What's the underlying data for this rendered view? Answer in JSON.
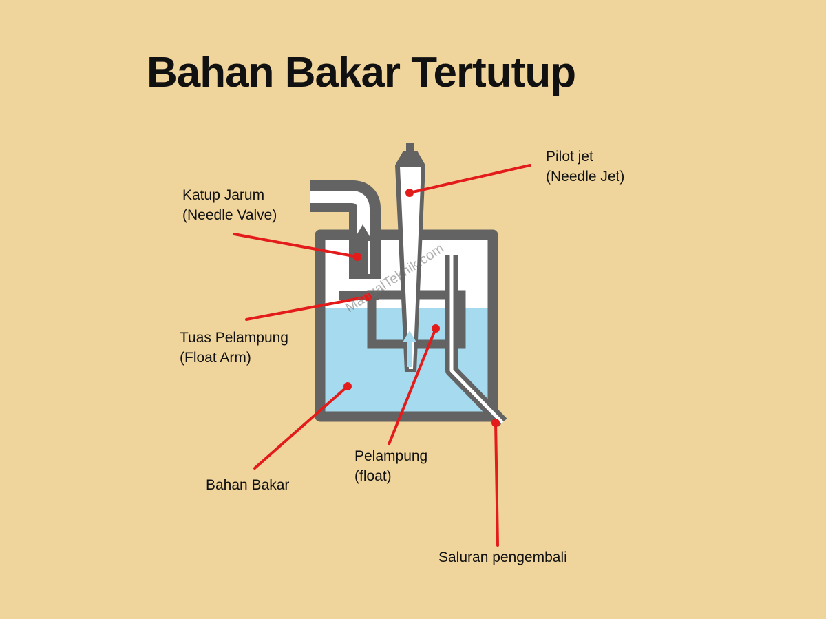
{
  "title": "Bahan Bakar Tertutup",
  "labels": {
    "needle_valve": [
      "Katup Jarum",
      "(Needle Valve)"
    ],
    "pilot_jet": [
      "Pilot jet",
      "(Needle Jet)"
    ],
    "float_arm": [
      "Tuas Pelampung",
      "(Float Arm)"
    ],
    "fuel": "Bahan Bakar",
    "float": [
      "Pelampung",
      "(float)"
    ],
    "return_line": "Saluran pengembali"
  },
  "watermark": "ManualTeknik.com",
  "colors": {
    "background": "#efd49b",
    "wall": "#636363",
    "fuel": "#a6daee",
    "air": "#ffffff",
    "pointer": "#e31b1b",
    "flow_arrow": "#a6daee"
  }
}
